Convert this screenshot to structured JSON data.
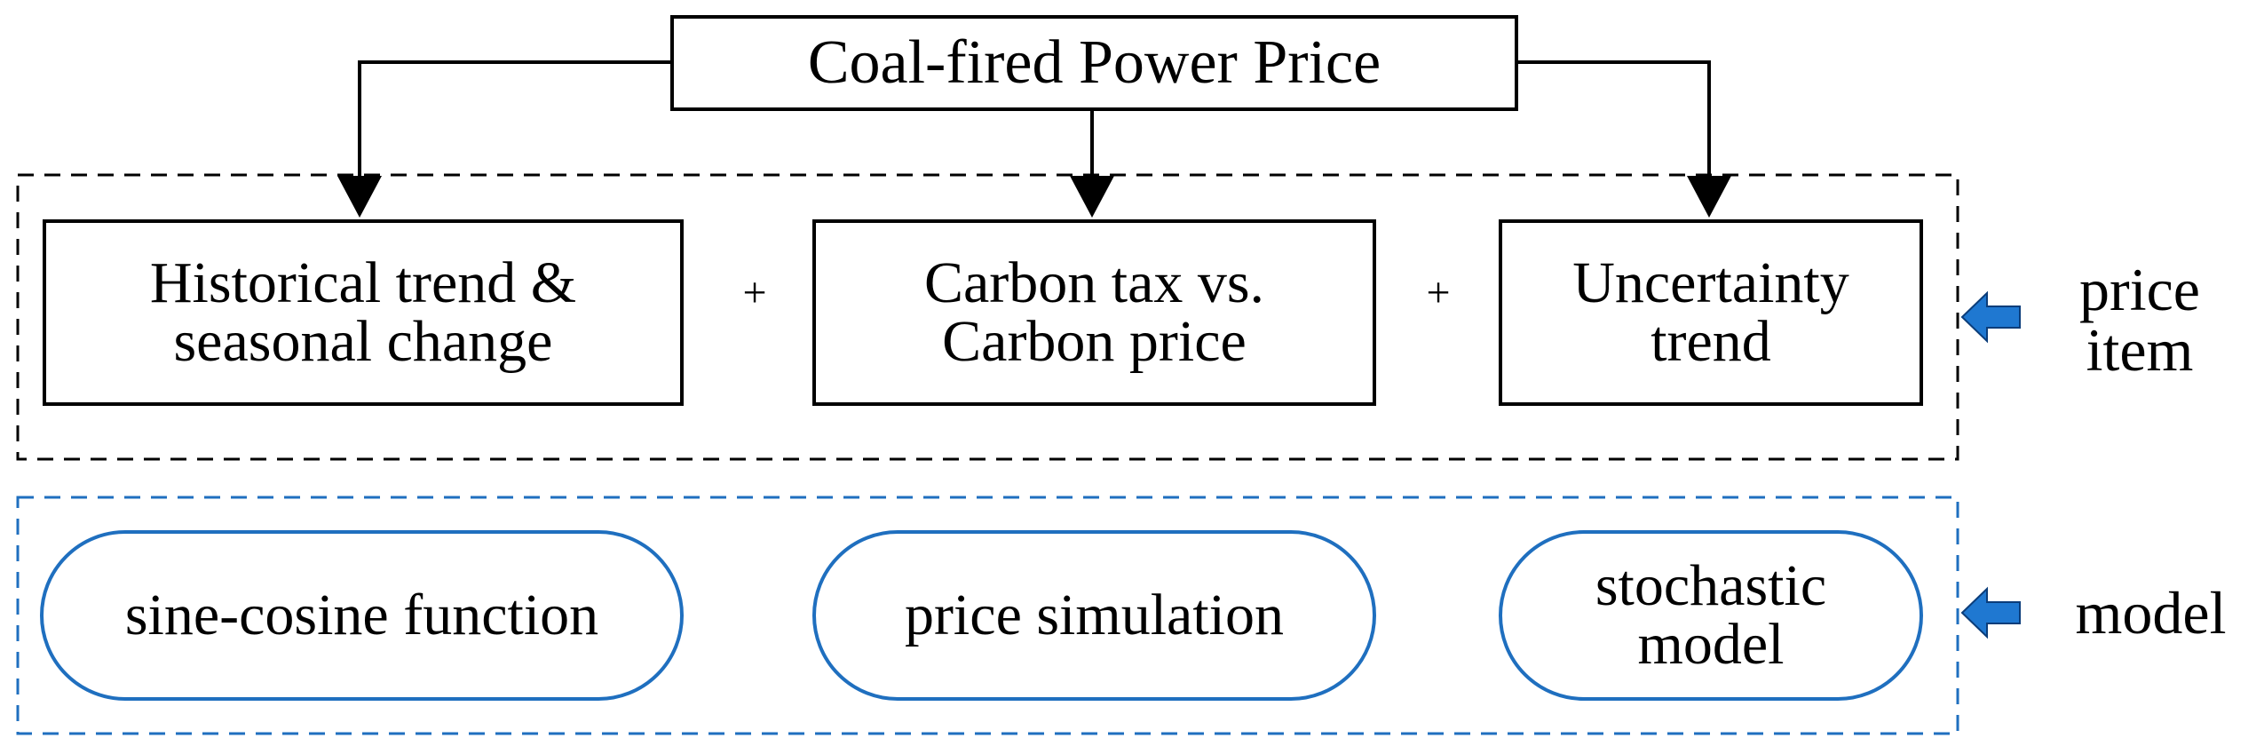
{
  "top": {
    "title": "Coal-fired Power Price"
  },
  "items": [
    {
      "line1": "Historical trend &",
      "line2": "seasonal change"
    },
    {
      "line1": "Carbon tax vs.",
      "line2": "Carbon price"
    },
    {
      "line1": "Uncertainty",
      "line2": "trend"
    }
  ],
  "plus_sign": "+",
  "models": [
    {
      "line1": "sine-cosine function",
      "line2": ""
    },
    {
      "line1": "price simulation",
      "line2": ""
    },
    {
      "line1": "stochastic",
      "line2": "model"
    }
  ],
  "side_labels": {
    "price_line1": "price",
    "price_line2": "item",
    "model": "model"
  },
  "colors": {
    "outline": "#000000",
    "model_accent": "#1f6fbf",
    "arrow_fill": "#1f78d1"
  }
}
